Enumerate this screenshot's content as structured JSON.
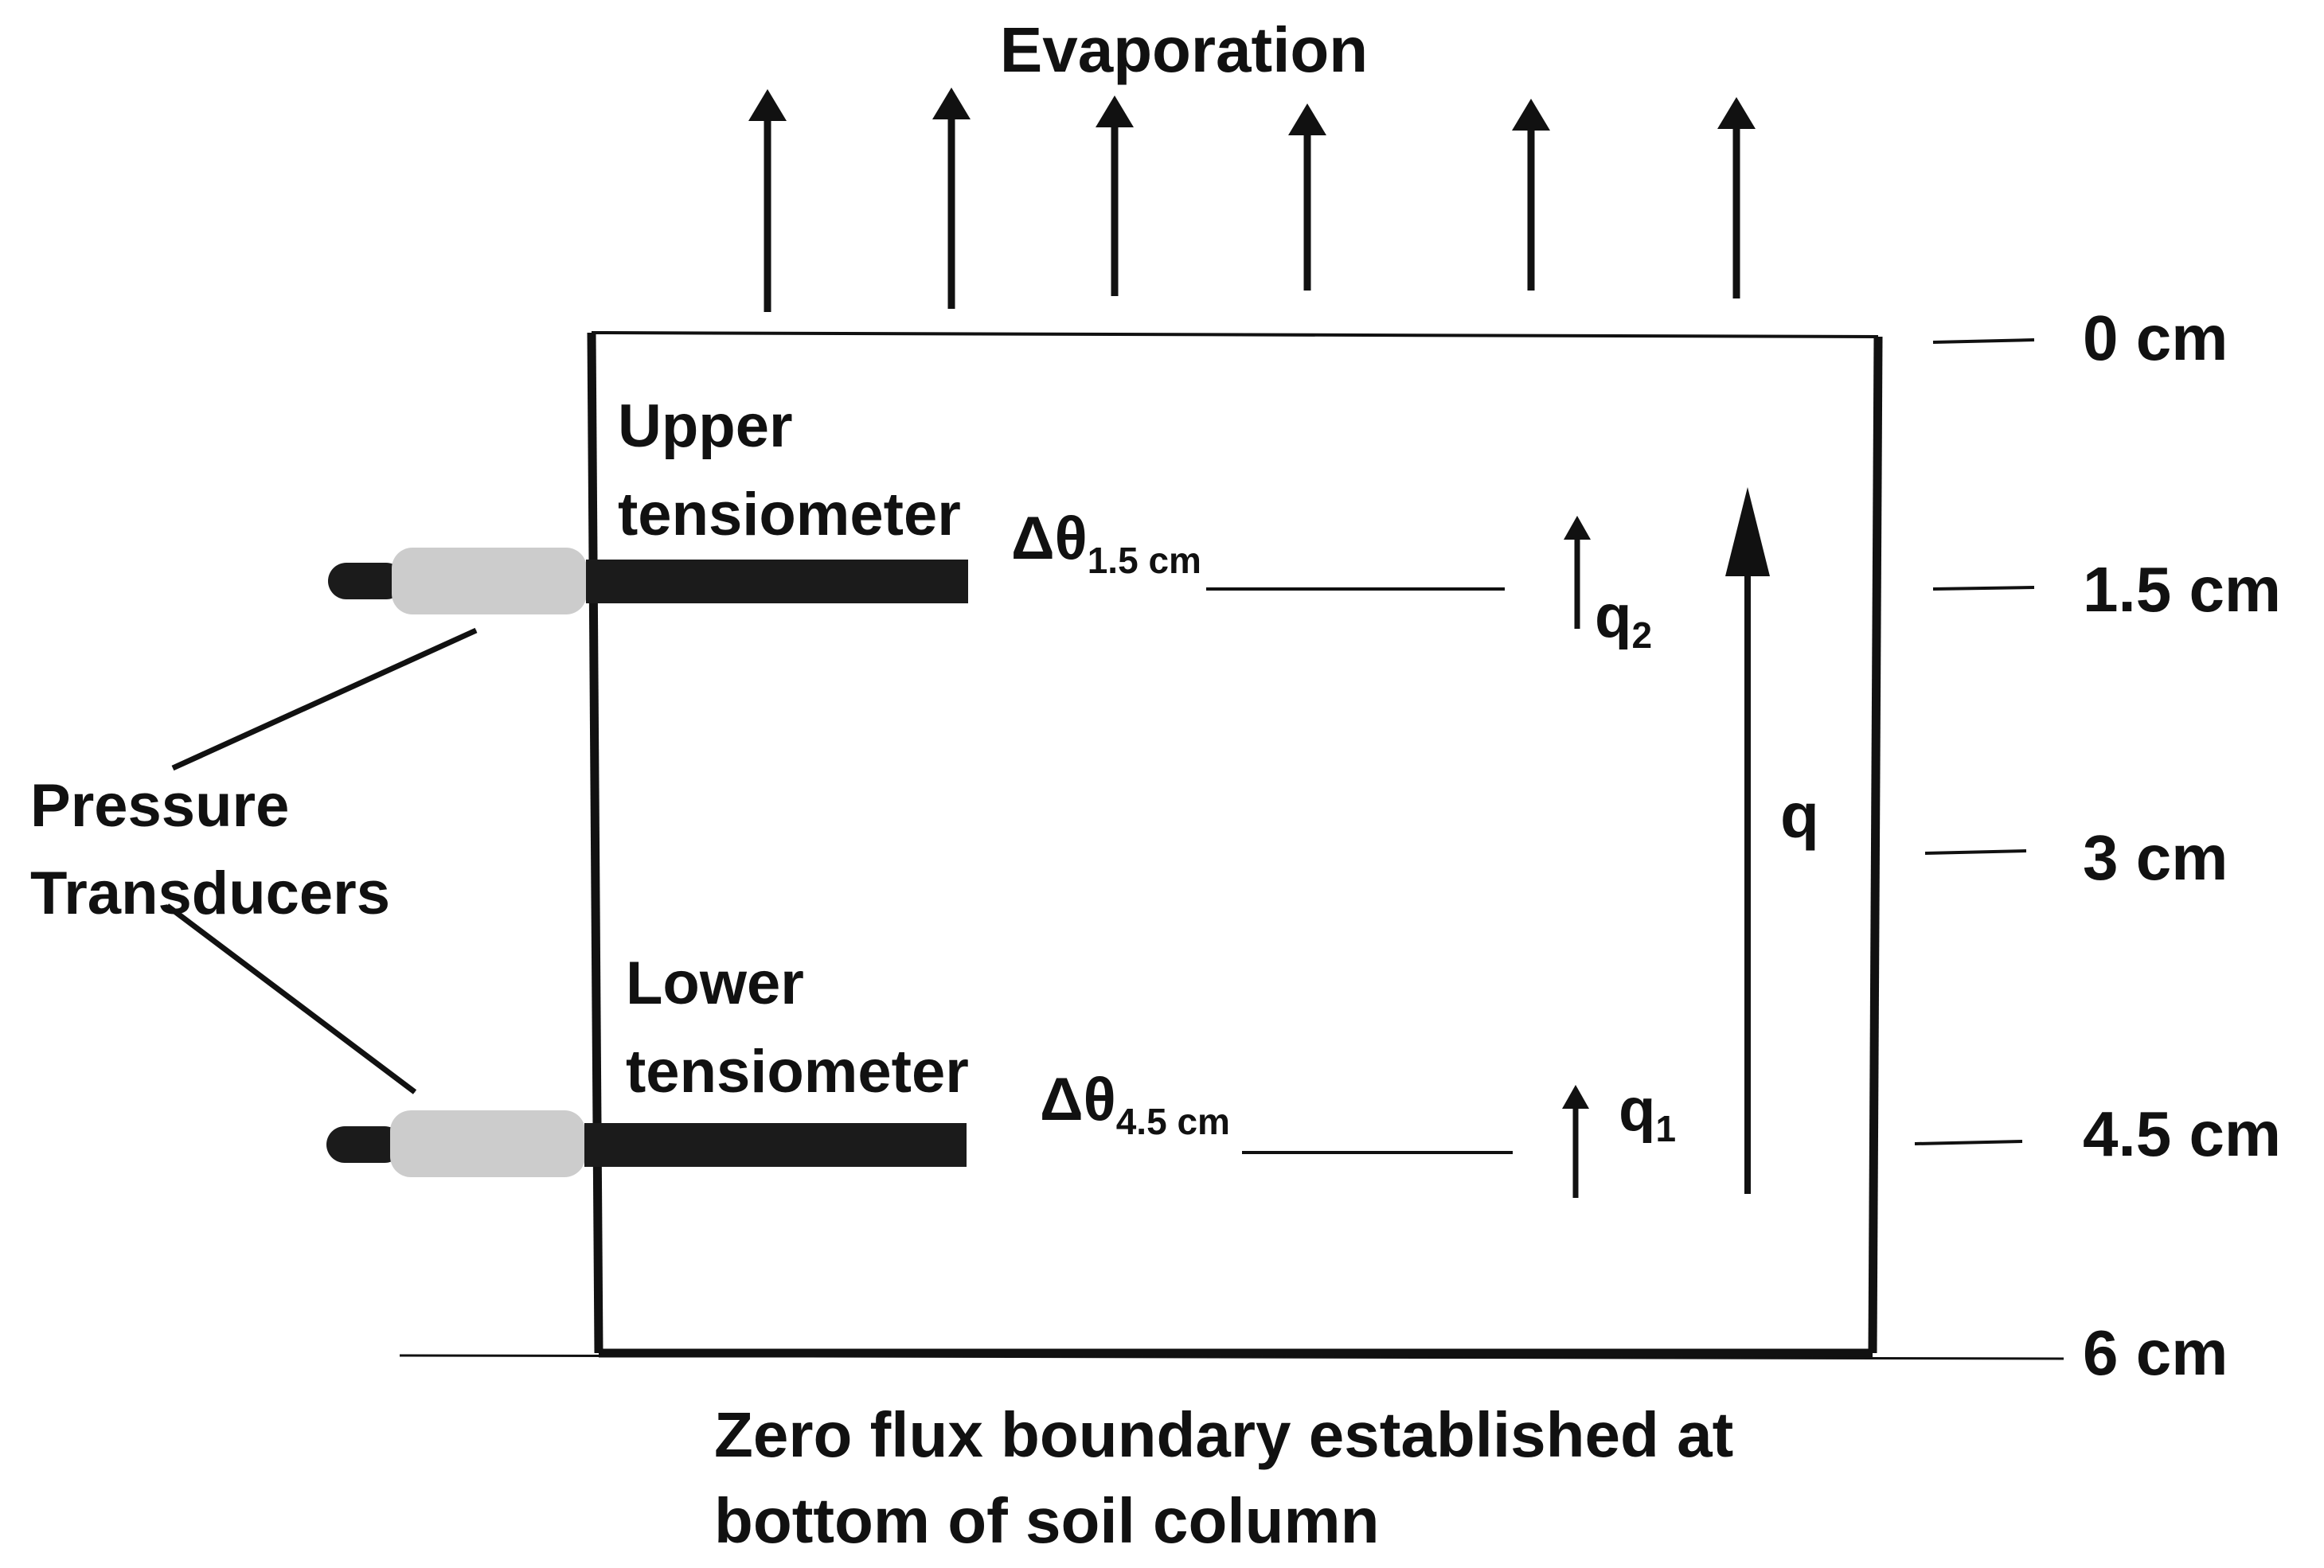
{
  "title": "Evaporation",
  "footer": {
    "line1": "Zero flux boundary established at",
    "line2": "bottom of soil column"
  },
  "sensors": {
    "upper": {
      "line1": "Upper",
      "line2": "tensiometer"
    },
    "lower": {
      "line1": "Lower",
      "line2": "tensiometer"
    },
    "transducers": {
      "line1": "Pressure",
      "line2": "Transducers"
    }
  },
  "moisture_change": {
    "upper": {
      "symbol": "Δθ",
      "subscript": "1.5 cm"
    },
    "lower": {
      "symbol": "Δθ",
      "subscript": "4.5 cm"
    }
  },
  "fluxes": {
    "q2": {
      "base": "q",
      "subscript": "2"
    },
    "q1": {
      "base": "q",
      "subscript": "1"
    },
    "q": "q"
  },
  "depth_scale": [
    "0 cm",
    "1.5 cm",
    "3 cm",
    "4.5 cm",
    "6 cm"
  ],
  "colors": {
    "ink": "#111111",
    "probe": "#1b1b1b",
    "transducer_body": "#cccccc"
  }
}
